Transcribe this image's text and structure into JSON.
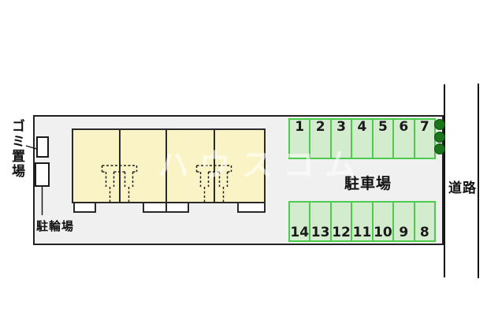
{
  "watermark": "ハウスコム",
  "labels": {
    "garbage": "ゴミ置場",
    "bicycle": "駐輪場",
    "parking_lot": "駐車場",
    "road": "道路"
  },
  "parking": {
    "top_row": [
      "1",
      "2",
      "3",
      "4",
      "5",
      "6",
      "7"
    ],
    "bottom_row": [
      "14",
      "13",
      "12",
      "11",
      "10",
      "9",
      "8"
    ]
  },
  "colors": {
    "lot_fill": "#f0f0f0",
    "building_fill": "#faf3c5",
    "space_fill": "#d3ecce",
    "space_border": "#4ccb4c",
    "tree_green": "#1c741c",
    "outline": "#222222"
  }
}
